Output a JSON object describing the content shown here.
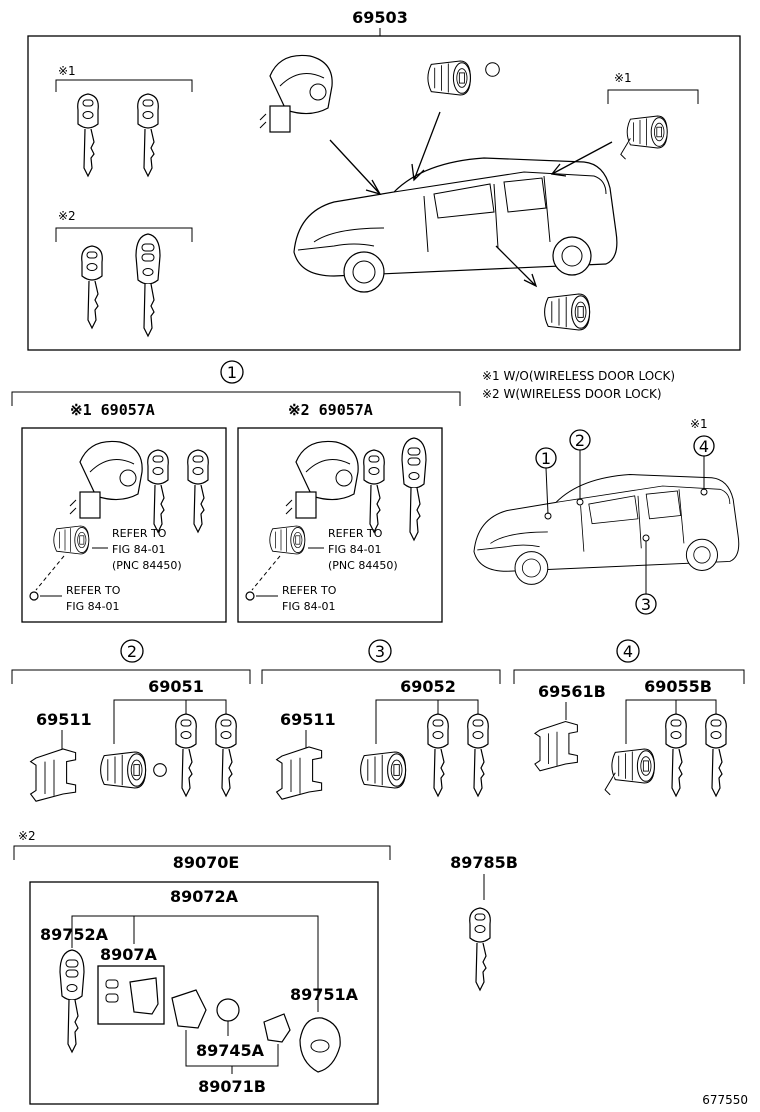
{
  "top_assembly": {
    "number": "69503",
    "mark1": "※1",
    "mark2": "※2"
  },
  "group1": {
    "circle": "1",
    "left_label": "※1 69057A",
    "right_label": "※2 69057A",
    "refer1_line1": "REFER TO",
    "refer1_line2": "FIG 84-01",
    "refer1_line3": "(PNC 84450)",
    "refer2_line1": "REFER TO",
    "refer2_line2": "FIG 84-01"
  },
  "notes": {
    "note1": "※1 W/O(WIRELESS DOOR LOCK)",
    "note2": "※2 W(WIRELESS DOOR LOCK)"
  },
  "locator": {
    "c1": "1",
    "c2": "2",
    "c3": "3",
    "c4": "4",
    "mark": "※1"
  },
  "group2": {
    "circle": "2",
    "part_main": "69051",
    "part_clip": "69511"
  },
  "group3": {
    "circle": "3",
    "part_main": "69052",
    "part_clip": "69511"
  },
  "group4": {
    "circle": "4",
    "part_main": "69055B",
    "part_clip": "69561B"
  },
  "remote": {
    "mark": "※2",
    "main": "89070E",
    "sub": "89072A",
    "key": "89752A",
    "plate": "8907A",
    "cover": "89751A",
    "battery": "89745A",
    "board": "89071B"
  },
  "loose_key": "89785B",
  "figure_id": "677550",
  "colors": {
    "line": "#000000",
    "background": "#ffffff"
  }
}
